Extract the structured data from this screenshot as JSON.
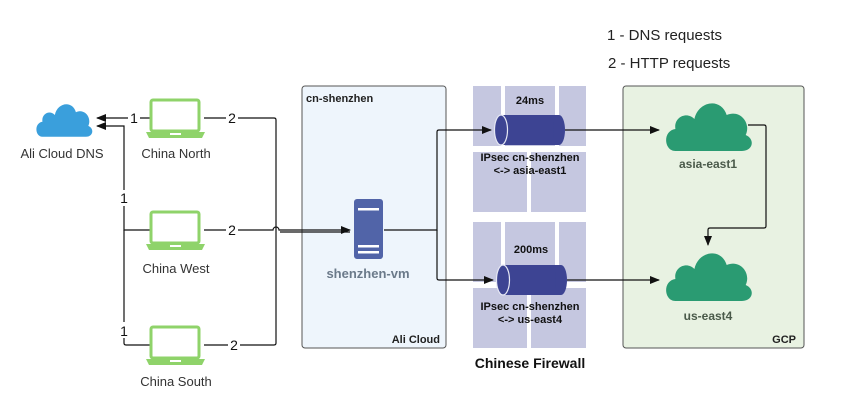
{
  "legend": {
    "items": [
      {
        "text": "1 - DNS requests"
      },
      {
        "text": "2 - HTTP requests"
      }
    ]
  },
  "nodes": {
    "dns": {
      "label": "Ali Cloud DNS",
      "color": "#3a9fdc"
    },
    "clients": [
      {
        "label": "China North"
      },
      {
        "label": "China West"
      },
      {
        "label": "China South"
      }
    ],
    "client_color": "#8fd36a",
    "vm": {
      "label": "shenzhen-vm",
      "color": "#5164a8"
    },
    "regions": [
      {
        "label": "asia-east1"
      },
      {
        "label": "us-east4"
      }
    ],
    "region_color": "#2a9b72"
  },
  "groups": {
    "ali": {
      "region": "cn-shenzhen",
      "provider": "Ali Cloud",
      "fill": "#eef5fc"
    },
    "gcp": {
      "provider": "GCP",
      "fill": "#e8f2e2"
    },
    "firewall": {
      "label": "Chinese Firewall",
      "brick_color": "#c5c7e0"
    }
  },
  "tunnels": [
    {
      "latency": "24ms",
      "line1": "IPsec cn-shenzhen",
      "line2": "<-> asia-east1"
    },
    {
      "latency": "200ms",
      "line1": "IPsec cn-shenzhen",
      "line2": "<-> us-east4"
    }
  ],
  "tunnel_color": "#3d4493",
  "edge_labels": {
    "dns": "1",
    "http": "2"
  }
}
